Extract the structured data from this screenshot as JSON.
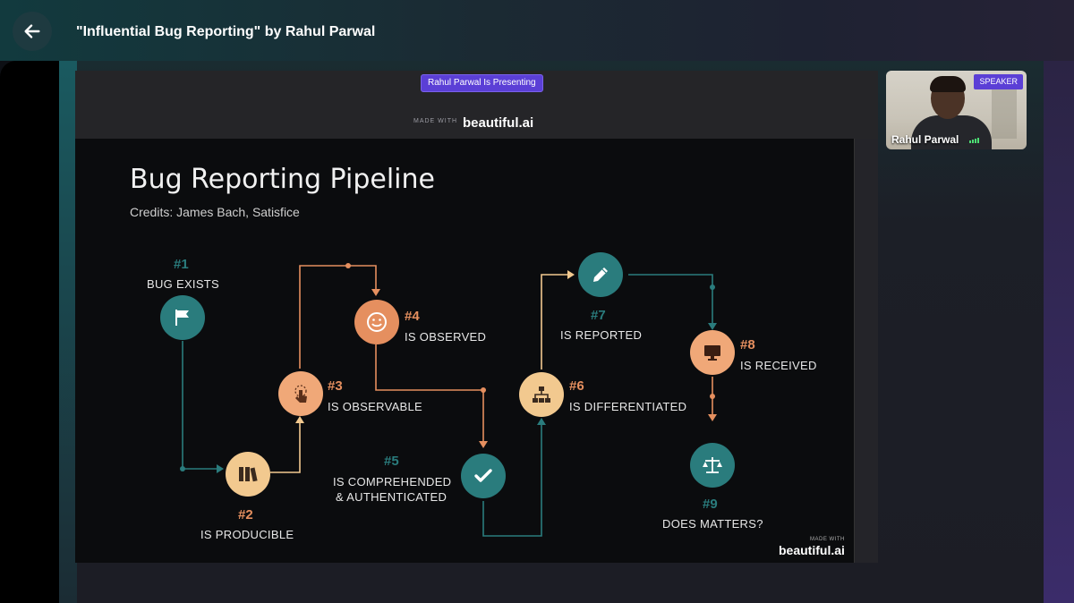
{
  "header": {
    "title": "\"Influential Bug Reporting\" by Rahul Parwal",
    "back_icon": "arrow-left-icon"
  },
  "share": {
    "presenting_label": "Rahul Parwal Is Presenting",
    "made_with": "MADE WITH",
    "brand": "beautiful.ai"
  },
  "slide": {
    "title": "Bug Reporting Pipeline",
    "subtitle": "Credits: James Bach, Satisfice",
    "steps": [
      {
        "num": "#1",
        "label": "BUG EXISTS",
        "icon": "flag-icon"
      },
      {
        "num": "#2",
        "label": "IS PRODUCIBLE",
        "icon": "books-icon"
      },
      {
        "num": "#3",
        "label": "IS OBSERVABLE",
        "icon": "hand-pointer-icon"
      },
      {
        "num": "#4",
        "label": "IS OBSERVED",
        "icon": "smiley-icon"
      },
      {
        "num": "#5",
        "label1": "IS COMPREHENDED",
        "label2": "& AUTHENTICATED",
        "icon": "checkmark-icon"
      },
      {
        "num": "#6",
        "label": "IS DIFFERENTIATED",
        "icon": "hierarchy-icon"
      },
      {
        "num": "#7",
        "label": "IS REPORTED",
        "icon": "pencil-icon"
      },
      {
        "num": "#8",
        "label": "IS RECEIVED",
        "icon": "monitor-icon"
      },
      {
        "num": "#9",
        "label": "DOES MATTERS?",
        "icon": "scales-icon"
      }
    ],
    "footer_made_with": "MADE WITH",
    "footer_brand": "beautiful.ai"
  },
  "video": {
    "speaker_badge": "SPEAKER",
    "name": "Rahul Parwal"
  },
  "colors": {
    "teal": "#2a7c7d",
    "orange": "#e58f5f",
    "cream": "#f2c98f",
    "accent": "#5b3fd6"
  }
}
